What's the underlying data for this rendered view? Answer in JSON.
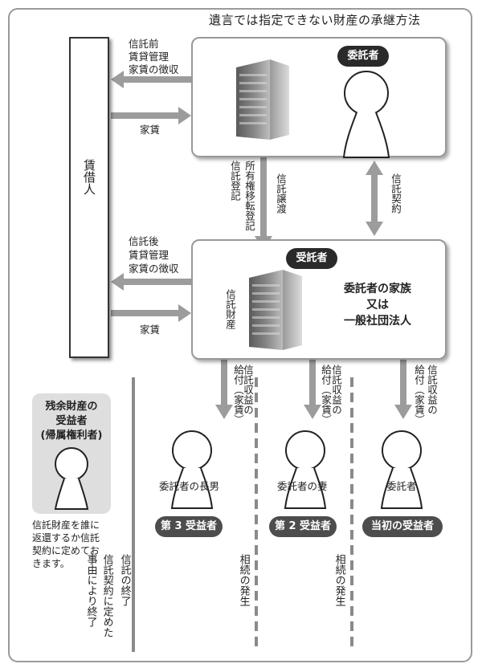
{
  "title": "遺言では指定できない財産の承継方法",
  "tenant": {
    "label": "賃借人"
  },
  "settlor": {
    "badge": "委託者"
  },
  "trustee": {
    "badge": "受託者",
    "line1": "委託者の家族",
    "line2": "又は",
    "line3": "一般社団法人"
  },
  "arrows": {
    "before_line1": "信託前",
    "before_line2": "賃貸管理",
    "before_line3": "家賃の徴収",
    "rent_top": "家賃",
    "after_line1": "信託後",
    "after_line2": "賃貸管理",
    "after_line3": "家賃の徴収",
    "rent_bottom": "家賃",
    "ownership": "所有権移転登記",
    "trust_registration": "信託登記",
    "trust_transfer": "信託譲渡",
    "trust_contract": "信託契約",
    "trust_property": "信託財産"
  },
  "income": {
    "label_a": "信託収益の",
    "label_b": "給付（家賃）"
  },
  "beneficiaries": {
    "eldest_son": "委託者の長男",
    "wife": "委託者の妻",
    "settlor": "委託者",
    "third_badge": "第 3 受益者",
    "second_badge": "第 2 受益者",
    "initial_badge": "当初の受益者"
  },
  "residual": {
    "heading1": "残余財産の",
    "heading2": "受益者",
    "heading3": "(帰属権利者)",
    "note1": "信託財産を誰に",
    "note2": "返還するか信託",
    "note3": "契約に定めてお",
    "note4": "きます。"
  },
  "events": {
    "trust_end": "信託の終了",
    "trust_end_reason_a": "信託契約に定めた",
    "trust_end_reason_b": "事由により終了",
    "inheritance_1": "相続の発生",
    "inheritance_2": "相続の発生"
  },
  "colors": {
    "arrow": "#9c9c9c",
    "badge": "#2a2a2a",
    "building": "#6e6e6e",
    "residual_bg": "#dedede"
  }
}
